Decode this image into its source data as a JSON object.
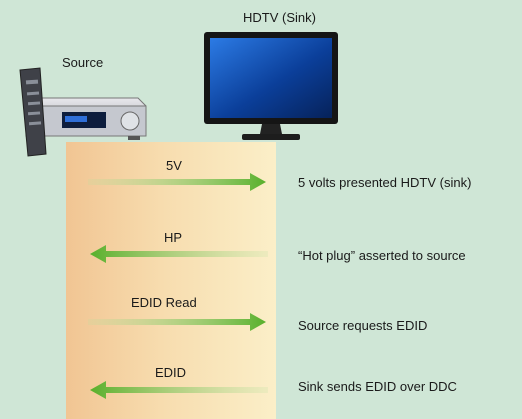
{
  "title": "",
  "sink_label": "HDTV (Sink)",
  "source_label": "Source",
  "signals": [
    {
      "label": "5V",
      "direction": "right",
      "description": "5 volts presented HDTV (sink)"
    },
    {
      "label": "HP",
      "direction": "left",
      "description": "“Hot plug” asserted to source"
    },
    {
      "label": "EDID Read",
      "direction": "right",
      "description": "Source requests EDID"
    },
    {
      "label": "EDID",
      "direction": "left",
      "description": "Sink sends EDID over DDC"
    }
  ],
  "colors": {
    "background": "#cfe6d6",
    "arrow": "#6cbf3c",
    "column": "#f5d6a4"
  },
  "icons": [
    "hdtv-icon",
    "set-top-box-icon",
    "remote-control-icon"
  ]
}
